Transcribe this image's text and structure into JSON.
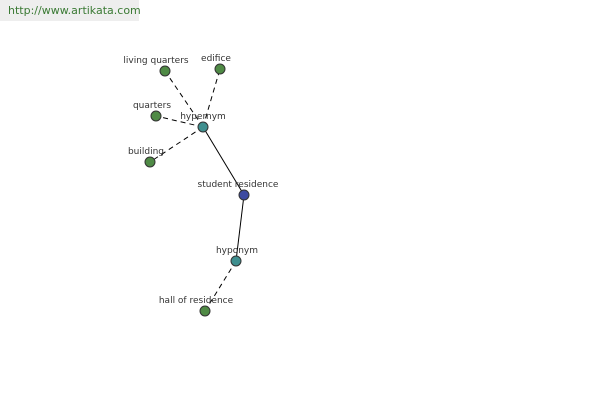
{
  "header": {
    "url": "http://www.artikata.com"
  },
  "colors": {
    "leaf": "#4f8a45",
    "relation": "#3f8f8f",
    "center": "#3d4aa0"
  },
  "graph": {
    "nodes": [
      {
        "id": "living-quarters",
        "label": "living quarters",
        "kind": "leaf"
      },
      {
        "id": "edifice",
        "label": "edifice",
        "kind": "leaf"
      },
      {
        "id": "quarters",
        "label": "quarters",
        "kind": "leaf"
      },
      {
        "id": "hypernym",
        "label": "hypernym",
        "kind": "relation"
      },
      {
        "id": "building",
        "label": "building",
        "kind": "leaf"
      },
      {
        "id": "student-residence",
        "label": "student residence",
        "kind": "center"
      },
      {
        "id": "hyponym",
        "label": "hyponym",
        "kind": "relation"
      },
      {
        "id": "hall-of-residence",
        "label": "hall of residence",
        "kind": "leaf"
      }
    ],
    "edges": [
      {
        "from": "hypernym",
        "to": "living-quarters",
        "style": "dashed"
      },
      {
        "from": "hypernym",
        "to": "edifice",
        "style": "dashed"
      },
      {
        "from": "hypernym",
        "to": "quarters",
        "style": "dashed"
      },
      {
        "from": "hypernym",
        "to": "building",
        "style": "dashed"
      },
      {
        "from": "hypernym",
        "to": "student-residence",
        "style": "solid"
      },
      {
        "from": "student-residence",
        "to": "hyponym",
        "style": "solid"
      },
      {
        "from": "hyponym",
        "to": "hall-of-residence",
        "style": "dashed"
      }
    ]
  }
}
